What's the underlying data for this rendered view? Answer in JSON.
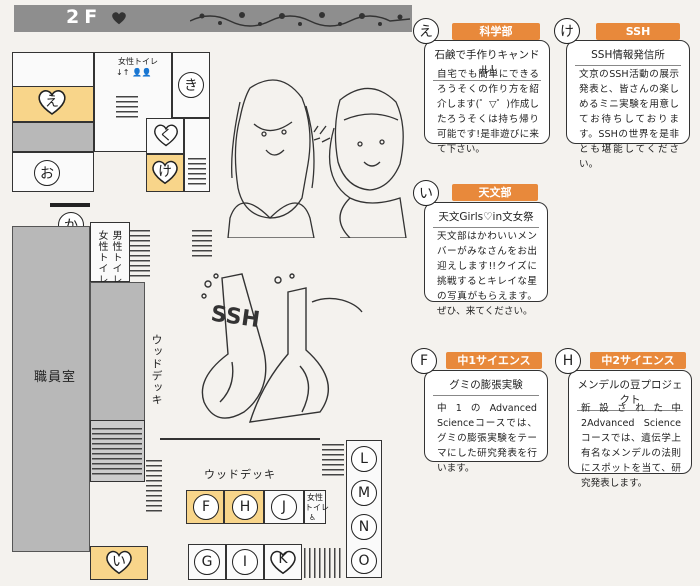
{
  "header": {
    "floor": "2F"
  },
  "map": {
    "rooms": {
      "e": "え",
      "ki": "き",
      "ku": "く",
      "ke": "け",
      "o": "お",
      "ka": "か",
      "i": "い",
      "F": "F",
      "H": "H",
      "J": "J",
      "G": "G",
      "I": "I",
      "K": "K",
      "L": "L",
      "M": "M",
      "N": "N",
      "O": "O"
    },
    "womens_restroom": "女性トイレ",
    "mens_restroom": "男性トイレ",
    "womens_restroom_2": "女性トイレ",
    "womens_restroom_3": "女性",
    "restroom_3": "トイレ",
    "staff_room": "職員室",
    "wood_deck_vertical": "ウッドデッキ",
    "wood_deck_horizontal": "ウッドデッキ"
  },
  "cards": [
    {
      "badge": "え",
      "tag": "科学部",
      "title": "石鹸で手作りキャンドル!",
      "body": "自宅でも簡単にできるろうそくの作り方を紹介します(゜▽゜)作成したろうそくは持ち帰り可能です!是非遊びに来て下さい。"
    },
    {
      "badge": "け",
      "tag": "SSH",
      "title": "SSH情報発信所",
      "body": "文京のSSH活動の展示発表と、皆さんの楽しめるミニ実験を用意してお待ちしております。SSHの世界を是非とも堪能してください。"
    },
    {
      "badge": "い",
      "tag": "天文部",
      "title": "天文Girls♡in文女祭",
      "body": "天文部はかわいいメンバーがみなさんをお出迎えします!!クイズに挑戦するとキレイな星の写真がもらえます。ぜひ、来てください。"
    },
    {
      "badge": "F",
      "tag": "中1サイエンス",
      "title": "グミの膨張実験",
      "body": "中1のAdvanced Scienceコースでは、グミの膨張実験をテーマにした研究発表を行います。"
    },
    {
      "badge": "H",
      "tag": "中2サイエンス",
      "title": "メンデルの豆プロジェクト",
      "body": "新設された中2Advanced Scienceコースでは、遺伝学上有名なメンデルの法則にスポットを当て、研究発表します。"
    }
  ],
  "illustration": {
    "flask_text": "SSH"
  }
}
